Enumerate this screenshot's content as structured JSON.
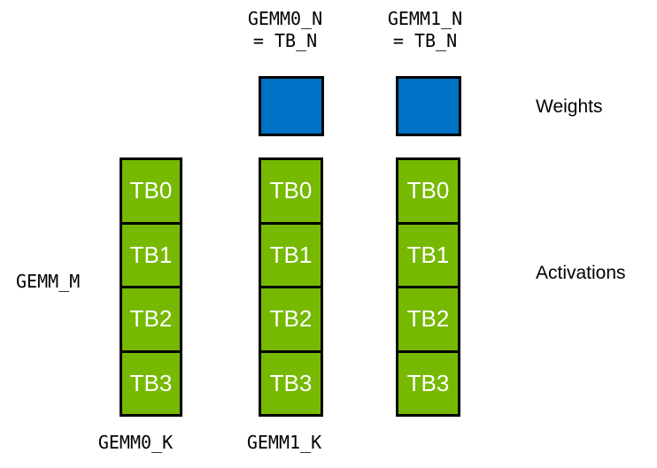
{
  "colors": {
    "weights_fill": "#0071C5",
    "activations_fill": "#76B900",
    "border": "#000000",
    "tb_text": "#FFFFFF",
    "label_text": "#000000",
    "background": "#FFFFFF"
  },
  "top_labels": [
    {
      "line1": "GEMM0_N",
      "line2": "= TB_N"
    },
    {
      "line1": "GEMM1_N",
      "line2": "= TB_N"
    }
  ],
  "left_label": "GEMM_M",
  "bottom_labels": [
    "GEMM0_K",
    "GEMM1_K"
  ],
  "right_labels": {
    "weights": "Weights",
    "activations": "Activations"
  },
  "weights_blocks": [
    {
      "name": "gemm0-weights"
    },
    {
      "name": "gemm1-weights"
    }
  ],
  "columns": [
    {
      "name": "gemm0-activations",
      "cells": [
        "TB0",
        "TB1",
        "TB2",
        "TB3"
      ]
    },
    {
      "name": "gemm1-activations",
      "cells": [
        "TB0",
        "TB1",
        "TB2",
        "TB3"
      ]
    },
    {
      "name": "gemm1-output-activations",
      "cells": [
        "TB0",
        "TB1",
        "TB2",
        "TB3"
      ]
    }
  ]
}
